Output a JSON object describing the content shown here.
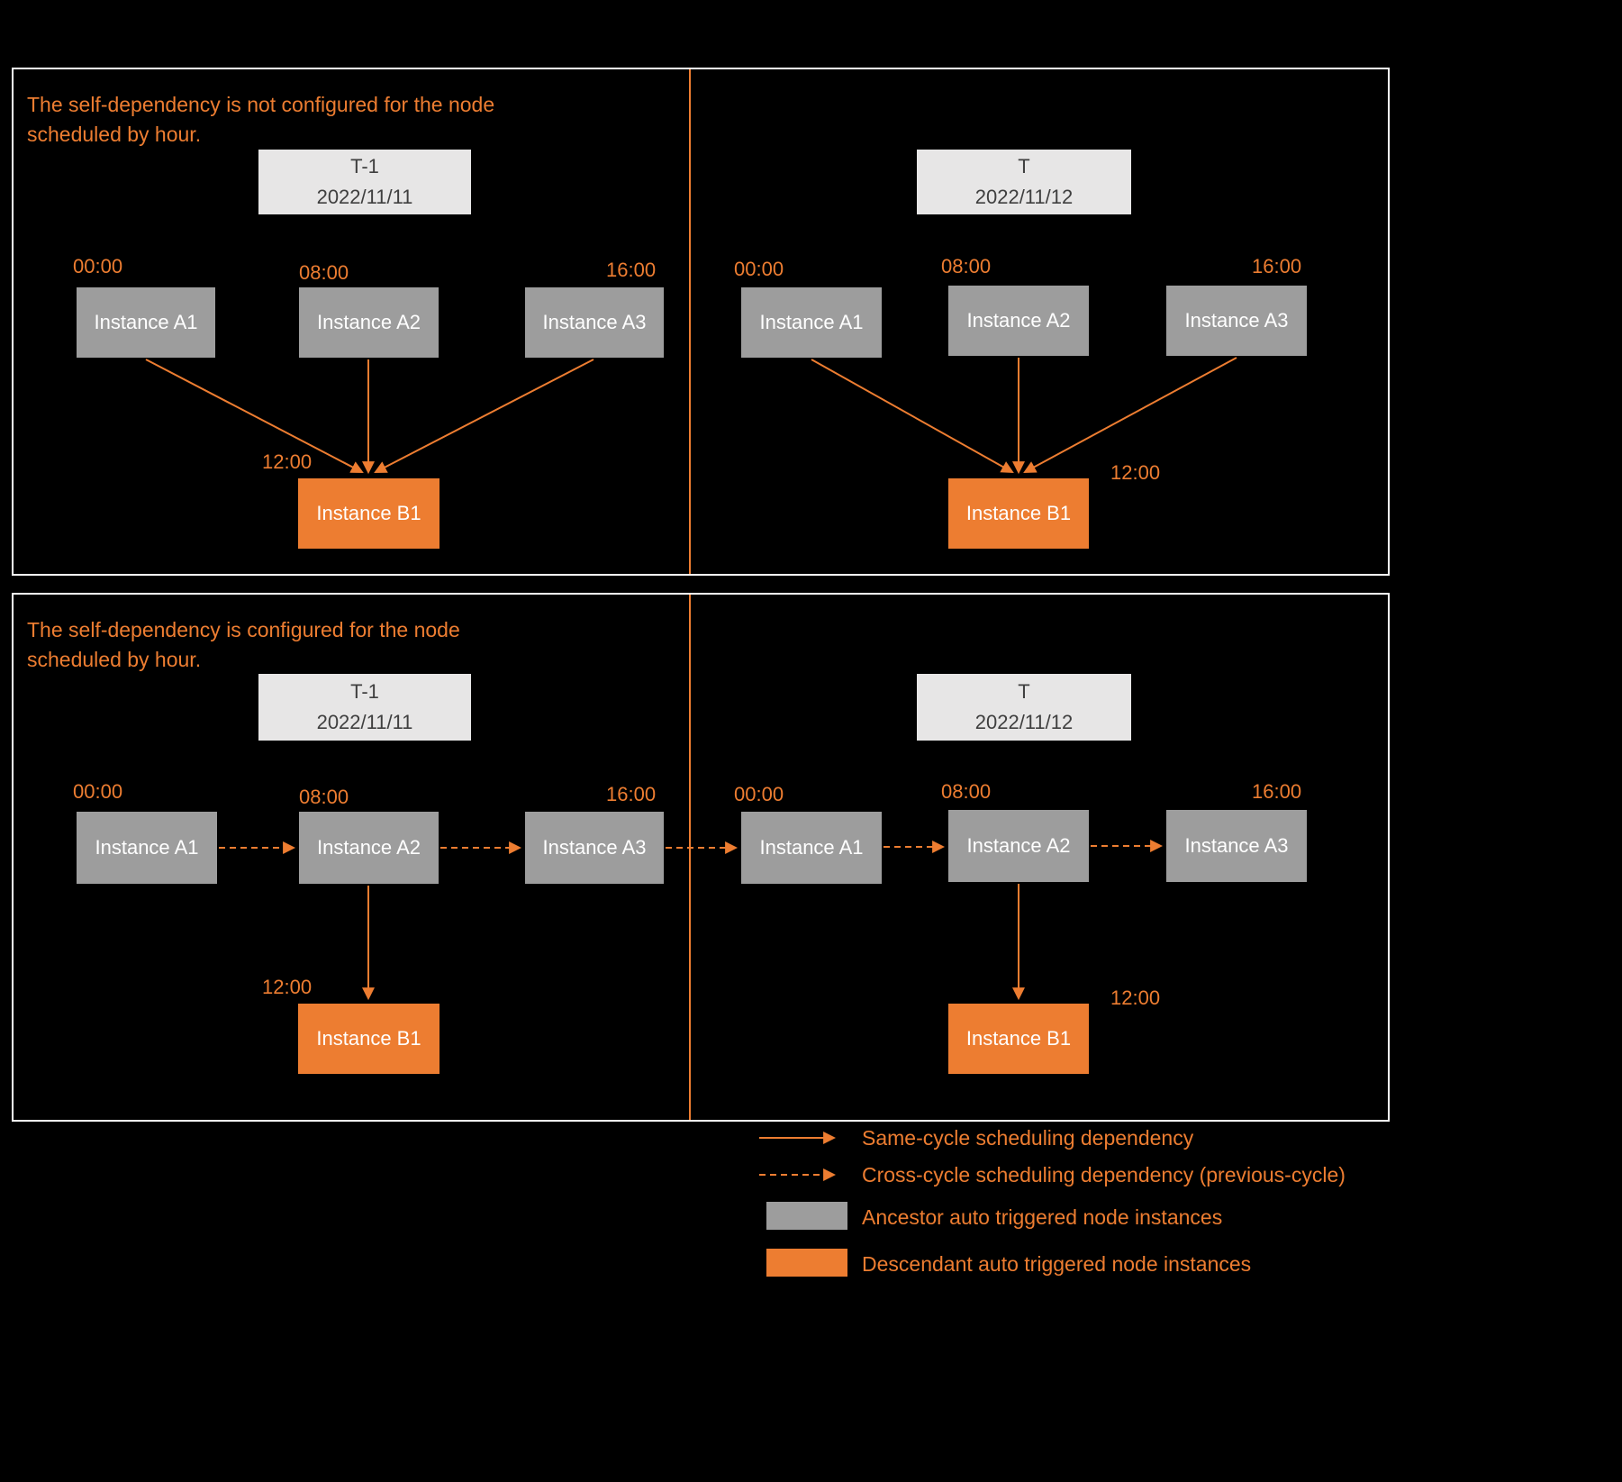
{
  "colors": {
    "accent_orange": "#ED7D31",
    "ancestor_gray": "#9D9D9D",
    "date_box_bg": "#E7E6E6",
    "date_box_text": "#3F3F3F",
    "background": "#000000",
    "panel_border": "#FFFFFF",
    "instance_text": "#FFFFFF"
  },
  "panels": {
    "top": {
      "title": "The self-dependency is not configured for the node scheduled by hour."
    },
    "bottom": {
      "title": "The self-dependency is configured for the node scheduled by hour."
    }
  },
  "days": {
    "t_minus_1": {
      "label": "T-1",
      "date": "2022/11/11"
    },
    "t": {
      "label": "T",
      "date": "2022/11/12"
    }
  },
  "times": {
    "a1": "00:00",
    "a2": "08:00",
    "a3": "16:00",
    "b1": "12:00"
  },
  "instances": {
    "a1": "Instance A1",
    "a2": "Instance A2",
    "a3": "Instance A3",
    "b1": "Instance B1"
  },
  "legend": {
    "same_cycle": "Same-cycle scheduling dependency",
    "cross_cycle": "Cross-cycle scheduling dependency (previous-cycle)",
    "ancestor": "Ancestor auto triggered node instances",
    "descendant": "Descendant auto triggered node instances"
  }
}
